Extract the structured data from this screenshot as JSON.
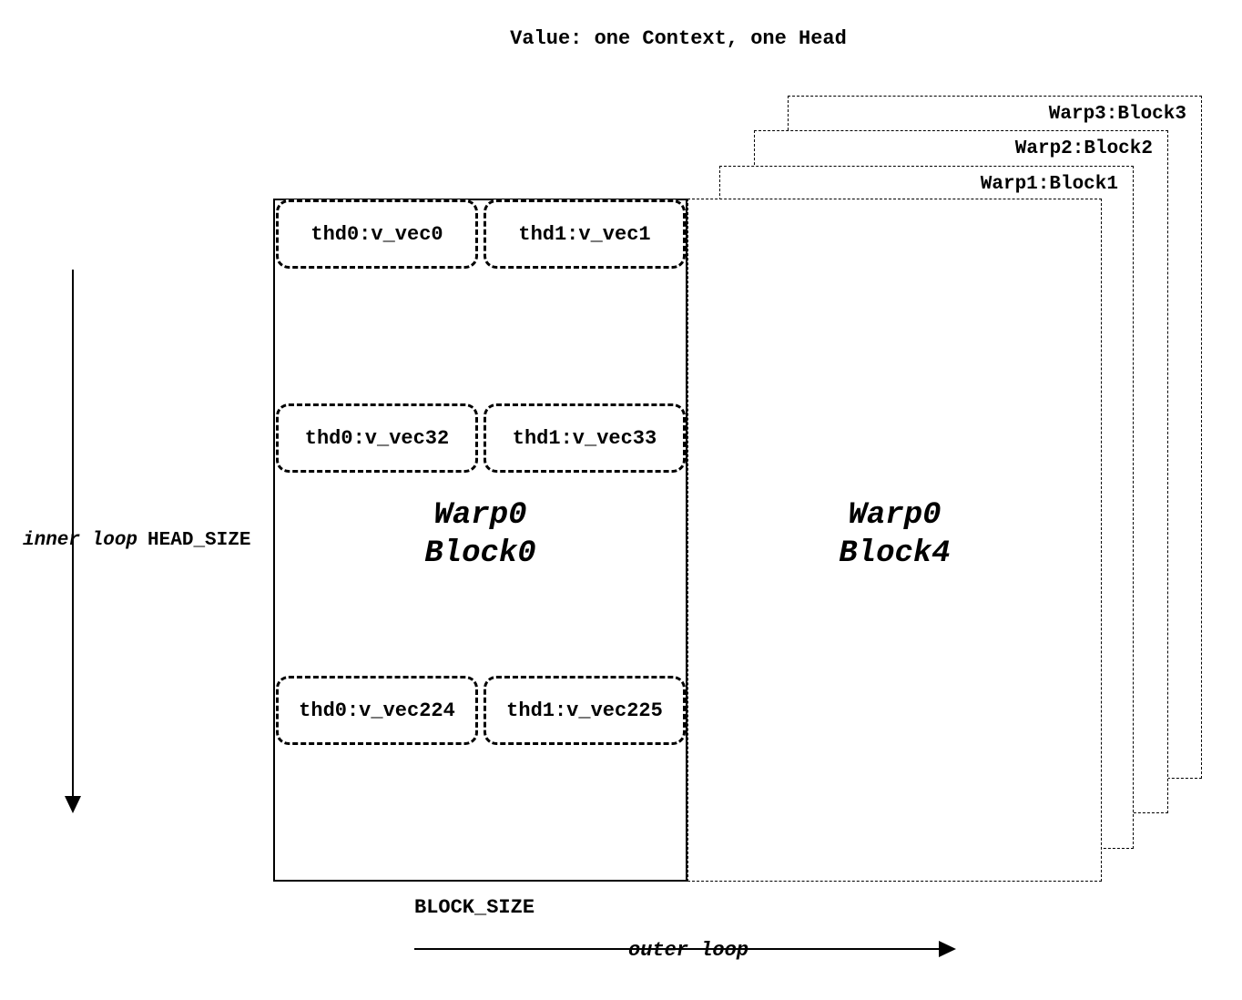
{
  "title": "Value: one Context, one Head",
  "back_blocks": [
    {
      "label": "Warp3:Block3"
    },
    {
      "label": "Warp2:Block2"
    },
    {
      "label": "Warp1:Block1"
    }
  ],
  "block0": {
    "warp_line1": "Warp0",
    "warp_line2": "Block0",
    "thread_rows": [
      [
        "thd0:v_vec0",
        "thd1:v_vec1"
      ],
      [
        "thd0:v_vec32",
        "thd1:v_vec33"
      ],
      [
        "thd0:v_vec224",
        "thd1:v_vec225"
      ]
    ]
  },
  "block4": {
    "warp_line1": "Warp0",
    "warp_line2": "Block4"
  },
  "annotations": {
    "inner_loop": "inner loop",
    "head_size": "HEAD_SIZE",
    "block_size": "BLOCK_SIZE",
    "outer_loop": "outer loop"
  },
  "colors": {
    "stroke": "#000000",
    "background": "#ffffff"
  }
}
